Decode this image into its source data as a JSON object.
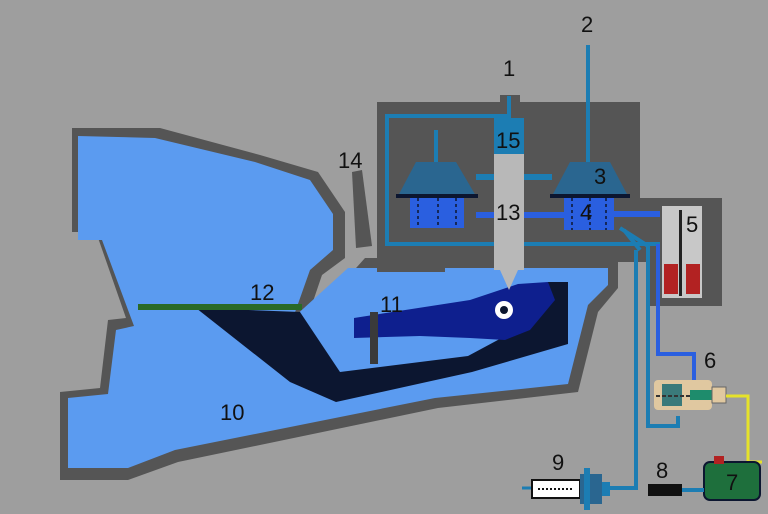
{
  "colors": {
    "background": "#9e9e9e",
    "housing": "#555555",
    "water": "#5b9bf0",
    "pipe": "#1c7db3",
    "chamber_dark": "#2a6690",
    "chamber_bright": "#2a5fe0",
    "lever": "#0e1f8e",
    "arm": "#0c1630",
    "gate": "#2a6a26",
    "spring": "#b22222",
    "battery": "#1e6f3c",
    "wire": "#e6e22a"
  },
  "labels": [
    {
      "id": "label-1",
      "text": "1"
    },
    {
      "id": "label-2",
      "text": "2"
    },
    {
      "id": "label-3",
      "text": "3"
    },
    {
      "id": "label-4",
      "text": "4"
    },
    {
      "id": "label-5",
      "text": "5"
    },
    {
      "id": "label-6",
      "text": "6"
    },
    {
      "id": "label-7",
      "text": "7"
    },
    {
      "id": "label-8",
      "text": "8"
    },
    {
      "id": "label-9",
      "text": "9"
    },
    {
      "id": "label-10",
      "text": "10"
    },
    {
      "id": "label-11",
      "text": "11"
    },
    {
      "id": "label-12",
      "text": "12"
    },
    {
      "id": "label-13",
      "text": "13"
    },
    {
      "id": "label-14",
      "text": "14"
    },
    {
      "id": "label-15",
      "text": "15"
    }
  ]
}
